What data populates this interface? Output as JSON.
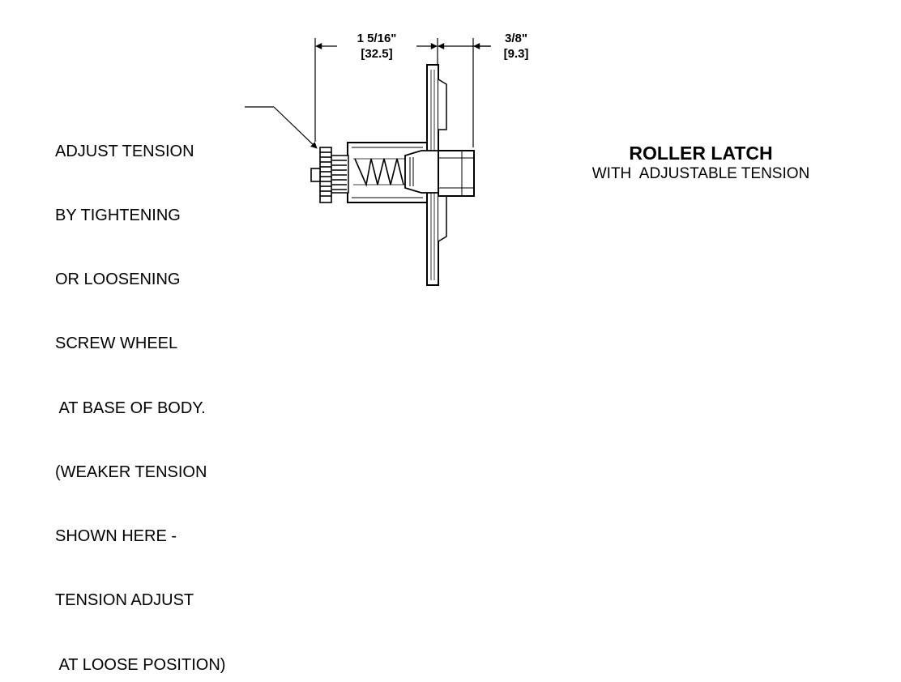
{
  "dimensions": {
    "body_length": {
      "imperial": "1 5/16\"",
      "metric": "[32.5]"
    },
    "roller_projection": {
      "imperial": "3/8\"",
      "metric": "[9.3]"
    }
  },
  "note": {
    "lines": [
      "ADJUST TENSION",
      "BY TIGHTENING",
      "OR LOOSENING",
      "SCREW WHEEL",
      " AT BASE OF BODY.",
      "(WEAKER TENSION",
      "SHOWN HERE -",
      "TENSION ADJUST",
      " AT LOOSE POSITION)"
    ]
  },
  "title": {
    "main": "ROLLER LATCH",
    "sub": "WITH  ADJUSTABLE TENSION"
  }
}
